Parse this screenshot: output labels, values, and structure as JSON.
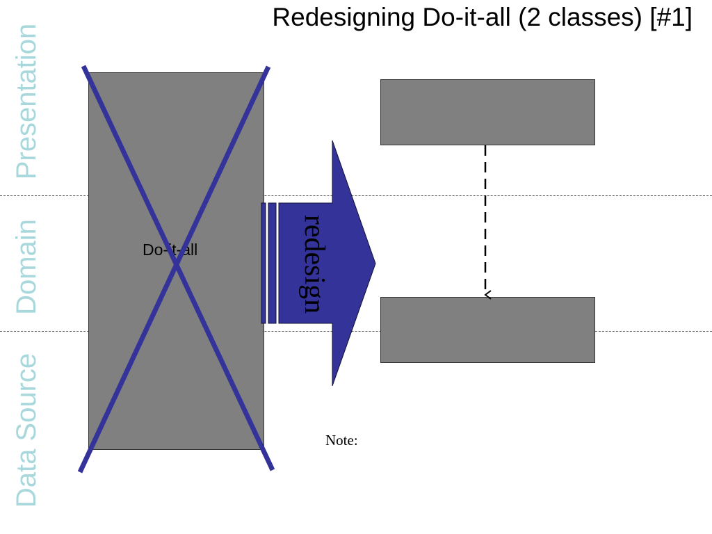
{
  "title": "Redesigning Do-it-all (2 classes) [#1]",
  "layers": {
    "presentation": "Presentation",
    "domain": "Domain",
    "data_source": "Data Source",
    "label_color": "#a8d8dc"
  },
  "original_class": {
    "label": "Do-it-all",
    "crossed_out": true,
    "cross_color": "#333399"
  },
  "redesign_arrow": {
    "label": "redesign",
    "color": "#333399"
  },
  "new_classes": {
    "count": 2,
    "dependency": "top class depends on bottom class (dashed arrow)"
  },
  "note": "Note:"
}
